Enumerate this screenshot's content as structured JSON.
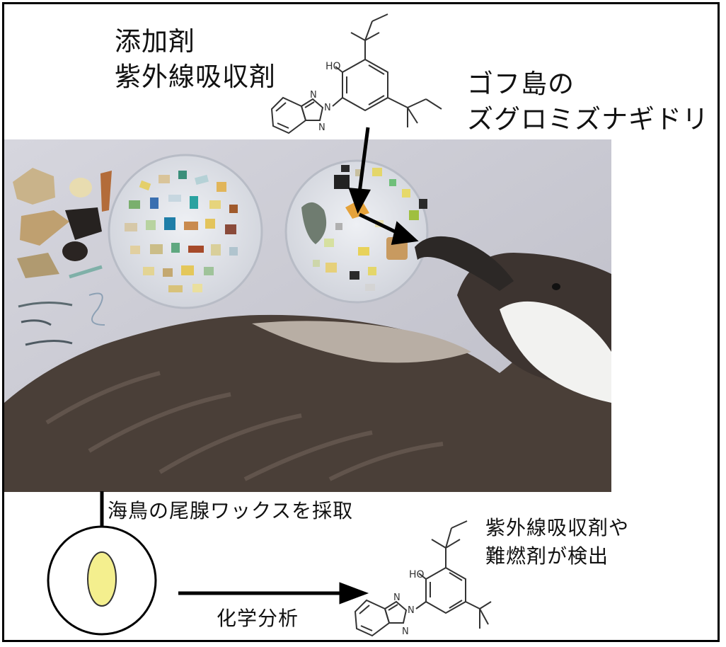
{
  "labels": {
    "additive_line1": "添加剤",
    "additive_line2": "紫外線吸収剤",
    "island_line1": "ゴフ島の",
    "island_line2": "ズグロミズナギドリ",
    "sampling": "海鳥の尾腺ワックスを採取",
    "detected_line1": "紫外線吸収剤や",
    "detected_line2": "難燃剤が検出",
    "analysis": "化学分析"
  },
  "structure_labels": {
    "hydroxyl": "HO",
    "nitrogen": "N"
  },
  "colors": {
    "wax": "#f4ef8e",
    "bird_dark": "#4a3f38",
    "background_photo": "#c9c9d3"
  }
}
